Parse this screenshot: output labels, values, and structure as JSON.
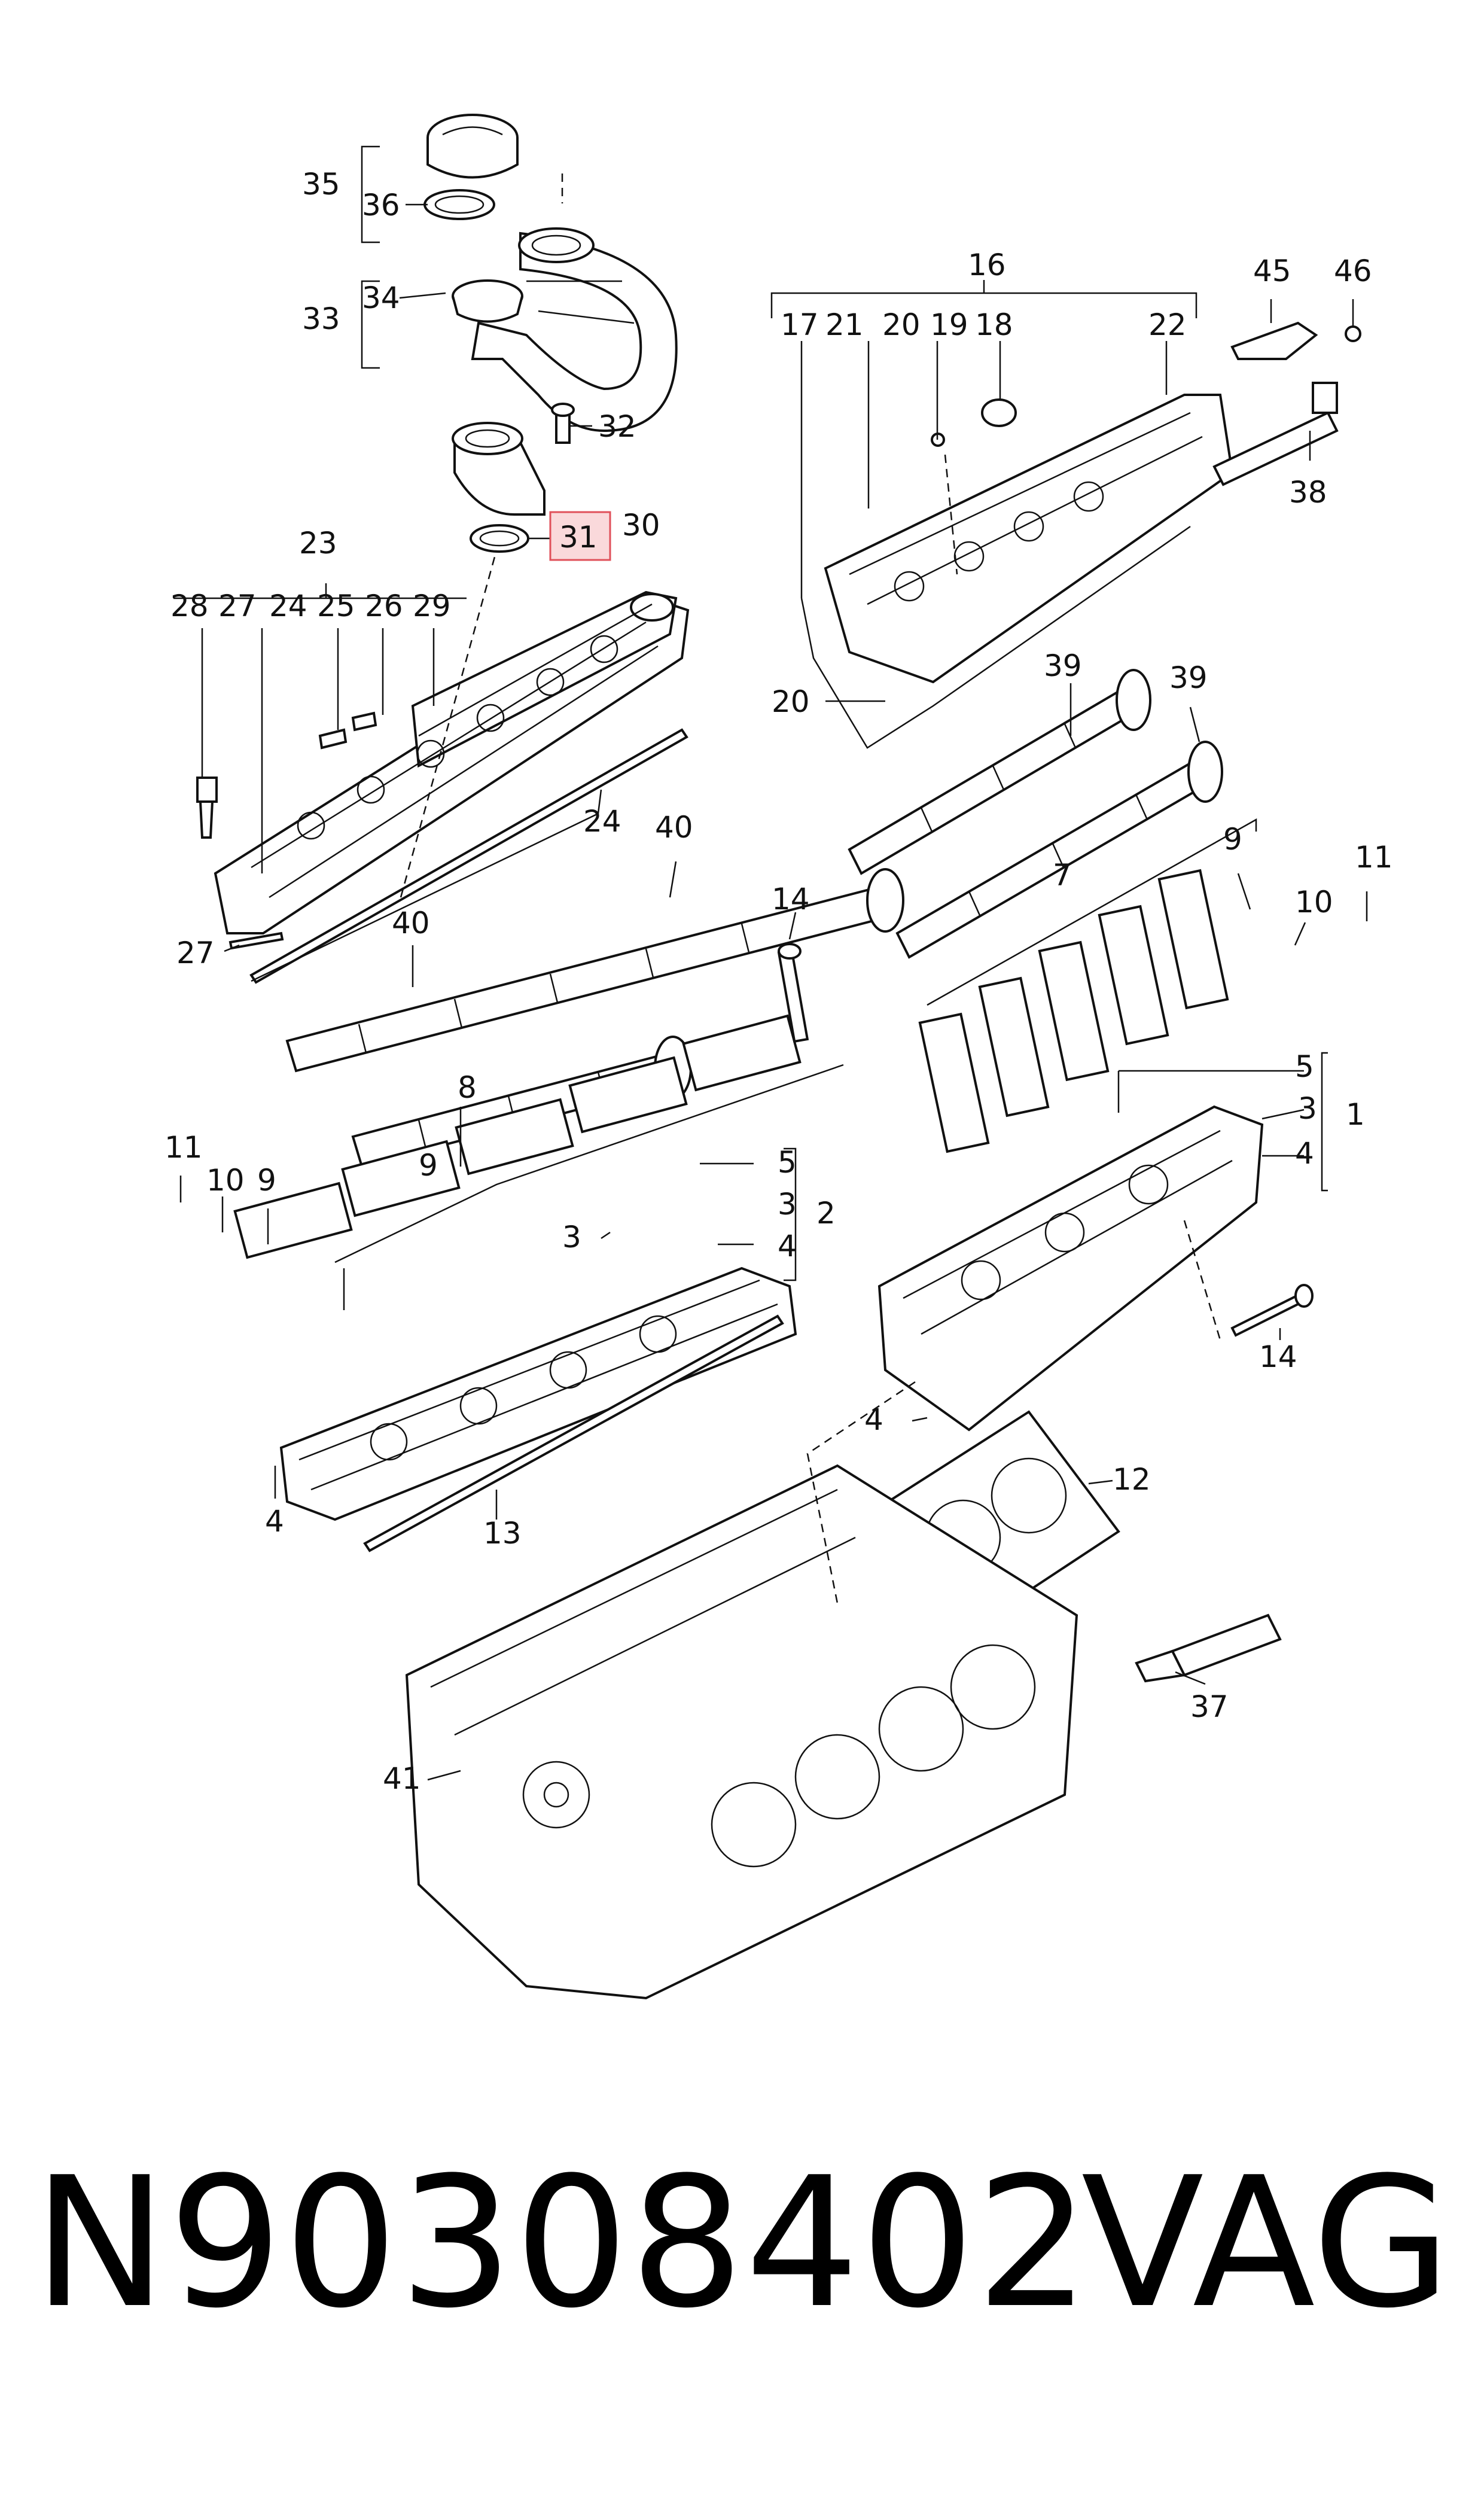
{
  "diagram": {
    "callouts": {
      "c35": "35",
      "c36": "36",
      "c34": "34",
      "c33": "33",
      "c32": "32",
      "c31": "31",
      "c30": "30",
      "c23": "23",
      "c28": "28",
      "c27a": "27",
      "c24a": "24",
      "c25": "25",
      "c26": "26",
      "c29": "29",
      "c24b": "24",
      "c27b": "27",
      "c40a": "40",
      "c40b": "40",
      "c16": "16",
      "c17": "17",
      "c21": "21",
      "c20a": "20",
      "c19": "19",
      "c18": "18",
      "c22": "22",
      "c45": "45",
      "c46": "46",
      "c38": "38",
      "c20b": "20",
      "c39a": "39",
      "c39b": "39",
      "c9a": "9",
      "c11a": "11",
      "c7": "7",
      "c10a": "10",
      "c14a": "14",
      "c8": "8",
      "c5a": "5",
      "c3a": "3",
      "c1": "1",
      "c4a": "4",
      "c11b": "11",
      "c10b": "10",
      "c9b": "9",
      "c9c": "9",
      "c5b": "5",
      "c3b": "3",
      "c2": "2",
      "c4b": "4",
      "c3c": "3",
      "c14b": "14",
      "c4c": "4",
      "c4d": "4",
      "c13": "13",
      "c12": "12",
      "c37": "37",
      "c41": "41"
    },
    "highlighted_callout": "31",
    "highlight_color": "#e0505a"
  },
  "caption": {
    "part_number": "N90308402",
    "brand": "VAG"
  }
}
